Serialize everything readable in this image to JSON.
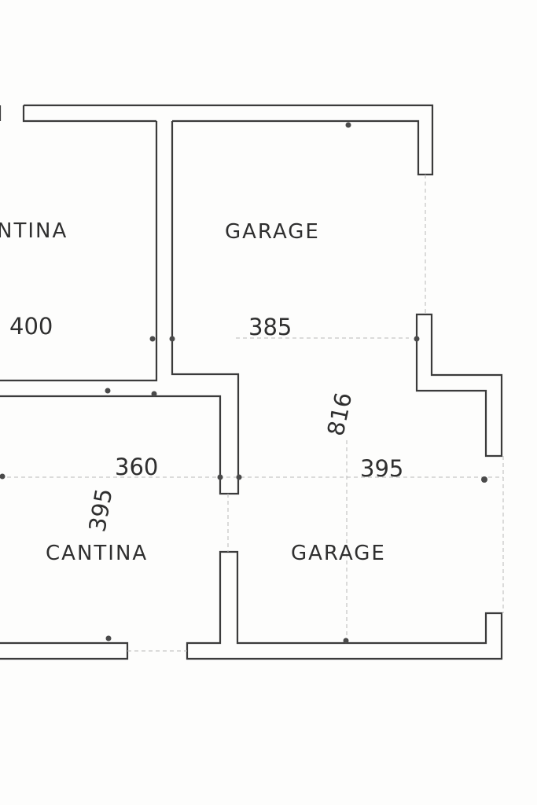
{
  "plan": {
    "rooms": [
      {
        "id": "cantina_top",
        "label": "NTINA"
      },
      {
        "id": "garage_top",
        "label": "GARAGE"
      },
      {
        "id": "cantina_bottom",
        "label": "CANTINA"
      },
      {
        "id": "garage_bottom",
        "label": "GARAGE"
      }
    ],
    "dimensions": {
      "cantina_top_width": "400",
      "garage_top_width": "385",
      "garage_depth": "816",
      "cantina_bottom_width": "360",
      "cantina_bottom_depth": "395",
      "garage_bottom_width": "395"
    }
  }
}
